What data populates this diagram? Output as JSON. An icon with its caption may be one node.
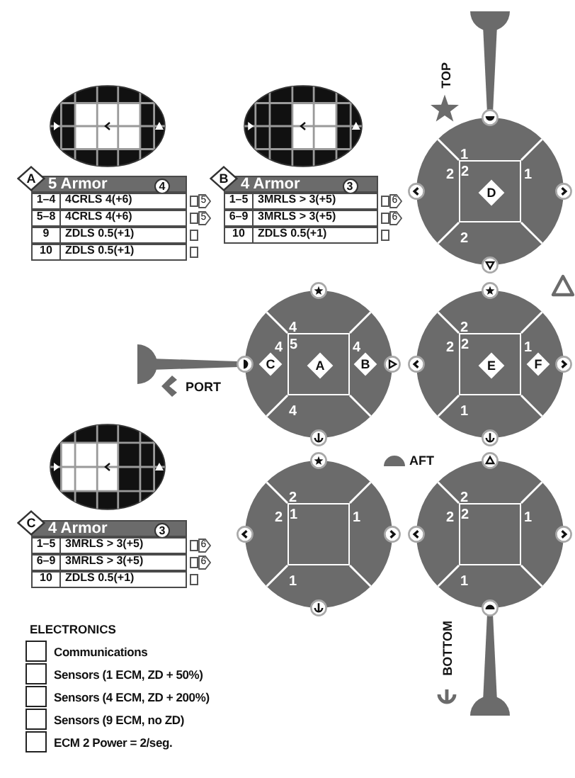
{
  "diagram": {
    "nodes": [
      {
        "text": [
          "A"
        ]
      },
      {
        "text": [
          "5 Armor"
        ]
      },
      {
        "text": [
          "4"
        ],
        "in": 1
      },
      {
        "text": [
          "B"
        ]
      },
      {
        "text": [
          "4 Armor"
        ]
      },
      {
        "text": [
          "3"
        ],
        "in": 4
      },
      {
        "text": [
          "1",
          "2",
          "1",
          "2"
        ]
      },
      {
        "text": [
          "2"
        ],
        "in": 6
      },
      {
        "text": [
          "D"
        ],
        "in": 7
      },
      {
        "text": [
          "4",
          "4",
          "4",
          "4"
        ]
      },
      {
        "text": [
          "C"
        ],
        "in": 9
      },
      {
        "text": [
          "5"
        ],
        "in": 9
      },
      {
        "text": [
          "A"
        ],
        "in": 11
      },
      {
        "text": [
          "B"
        ],
        "in": 9
      },
      {
        "text": [
          "2",
          "2",
          "1",
          "1"
        ]
      },
      {
        "text": [
          "2"
        ],
        "in": 14
      },
      {
        "text": [
          "E"
        ],
        "in": 15
      },
      {
        "text": [
          "F"
        ],
        "in": 14
      },
      {
        "text": [
          "C"
        ]
      },
      {
        "text": [
          "4 Armor"
        ]
      },
      {
        "text": [
          "3"
        ],
        "in": 19
      },
      {
        "text": [
          "2",
          "2",
          "1",
          "1"
        ]
      },
      {
        "text": [
          "1"
        ],
        "in": 21
      },
      {
        "text": [
          "2",
          "2",
          "1",
          "1"
        ]
      },
      {
        "text": [
          "2"
        ],
        "in": 23
      }
    ],
    "labels": [
      "TOP",
      "1–4",
      "4CRLS 4(+6)",
      "5",
      "5–8",
      "4CRLS 4(+6)",
      "5",
      "9",
      "ZDLS 0.5(+1)",
      "10",
      "ZDLS 0.5(+1)",
      "1–5",
      "3MRLS > 3(+5)",
      "6",
      "6–9",
      "3MRLS > 3(+5)",
      "6",
      "10",
      "ZDLS 0.5(+1)",
      "PORT",
      "AFT",
      "1–5",
      "3MRLS > 3(+5)",
      "6",
      "6–9",
      "3MRLS > 3(+5)",
      "6",
      "10",
      "ZDLS 0.5(+1)",
      "BOTTOM",
      "ELECTRONICS",
      "Communications",
      "Sensors (1 ECM, ZD + 50%)",
      "Sensors (4 ECM, ZD + 200%)",
      "Sensors (9 ECM, no ZD)",
      "ECM 2 Power = 2/seg."
    ]
  }
}
